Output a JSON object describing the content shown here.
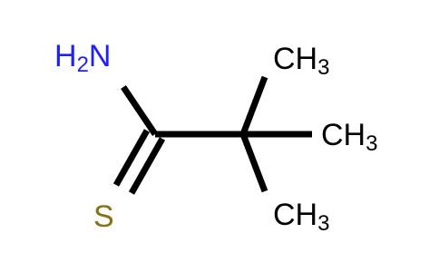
{
  "molecule": {
    "atoms": {
      "nh2": {
        "main": "H",
        "sub": "2",
        "tail": "N",
        "color": "#1f1fff"
      },
      "s": {
        "main": "S",
        "color": "#8a7014"
      },
      "me_top": {
        "main": "CH",
        "sub": "3",
        "color": "#000000"
      },
      "me_right": {
        "main": "CH",
        "sub": "3",
        "color": "#000000"
      },
      "me_bottom": {
        "main": "CH",
        "sub": "3",
        "color": "#000000"
      }
    },
    "bond_color": "#000000"
  }
}
